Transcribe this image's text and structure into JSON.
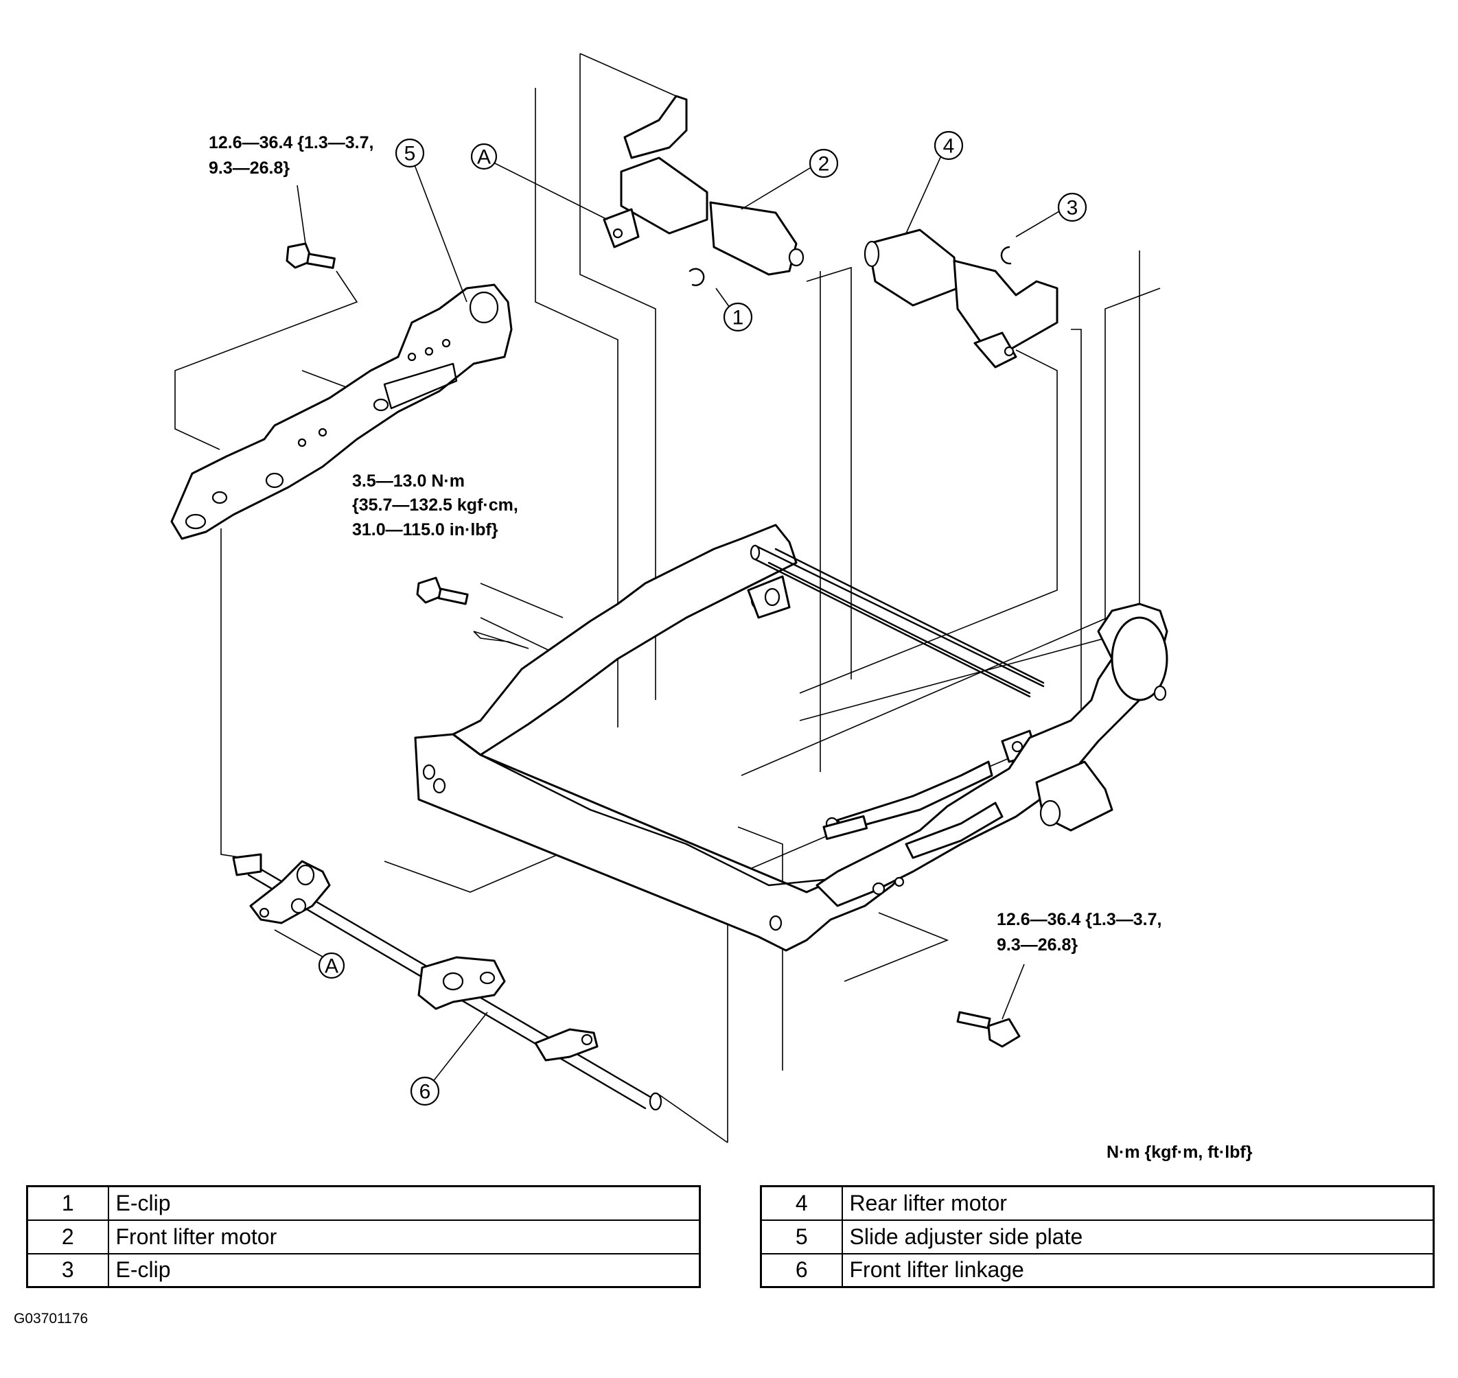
{
  "callouts": {
    "c1": "1",
    "c2": "2",
    "c3": "3",
    "c4": "4",
    "c5": "5",
    "c6": "6",
    "a_top": "A",
    "a_bottom": "A"
  },
  "torque_specs": {
    "top_left": [
      "12.6—36.4 {1.3—3.7,",
      "9.3—26.8}"
    ],
    "middle": [
      "3.5—13.0 N·m",
      "{35.7—132.5 kgf·cm,",
      "31.0—115.0 in·lbf}"
    ],
    "bottom_right": [
      "12.6—36.4 {1.3—3.7,",
      "9.3—26.8}"
    ]
  },
  "units_note": "N·m {kgf·m, ft·lbf}",
  "legend": {
    "left": [
      {
        "num": "1",
        "name": "E-clip"
      },
      {
        "num": "2",
        "name": "Front lifter motor"
      },
      {
        "num": "3",
        "name": "E-clip"
      }
    ],
    "right": [
      {
        "num": "4",
        "name": "Rear lifter motor"
      },
      {
        "num": "5",
        "name": "Slide adjuster side plate"
      },
      {
        "num": "6",
        "name": "Front lifter linkage"
      }
    ]
  },
  "figure_code": "G03701176"
}
